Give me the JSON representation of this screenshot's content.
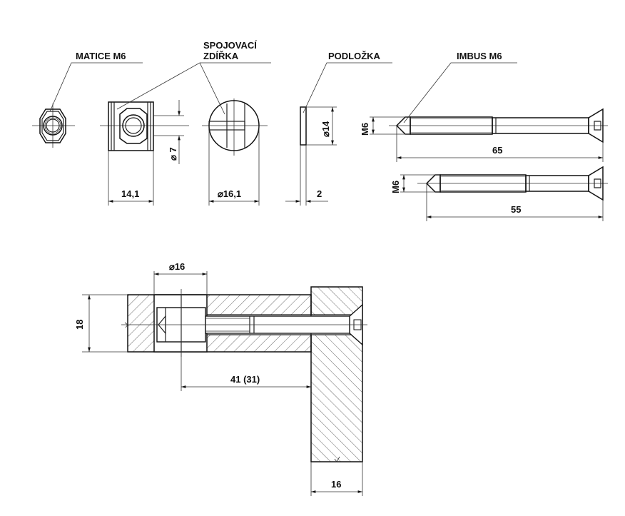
{
  "labels": {
    "matice": "MATICE M6",
    "spojovaci_line1": "SPOJOVACÍ",
    "spojovaci_line2": "ZDÍŘKA",
    "podlozka": "PODLOŽKA",
    "imbus": "IMBUS M6"
  },
  "dimensions": {
    "d14_1": "14,1",
    "d7": "⌀ 7",
    "d16_1": "⌀16,1",
    "d2": "2",
    "d14": "⌀14",
    "m6_top": "M6",
    "d65": "65",
    "m6_bottom": "M6",
    "d55": "55",
    "d16_dia": "⌀16",
    "d18": "18",
    "d41": "41 (31)",
    "d16": "16"
  }
}
